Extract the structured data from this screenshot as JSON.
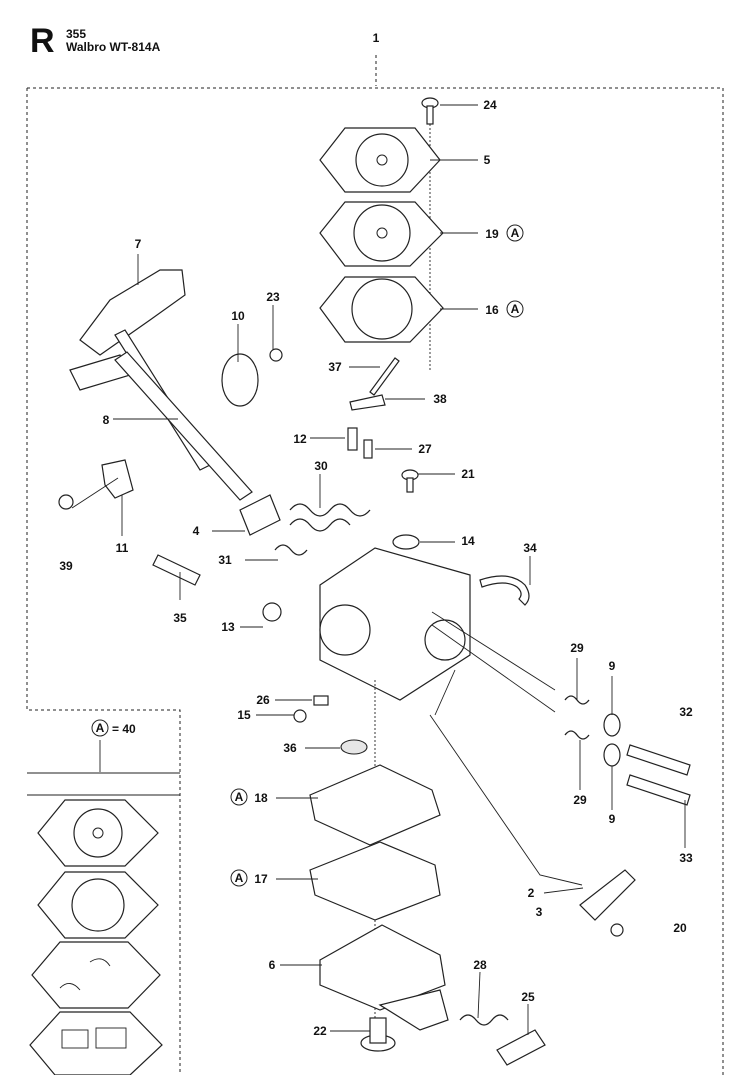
{
  "header": {
    "letter": "R",
    "model": "355",
    "carburetor": "Walbro WT-814A"
  },
  "kit_legend": {
    "symbol": "A",
    "equals": "= 40"
  },
  "callouts": [
    {
      "id": "c1",
      "num": "1"
    },
    {
      "id": "c24",
      "num": "24"
    },
    {
      "id": "c5",
      "num": "5"
    },
    {
      "id": "c19",
      "num": "19",
      "kit": "A"
    },
    {
      "id": "c16",
      "num": "16",
      "kit": "A"
    },
    {
      "id": "c7",
      "num": "7"
    },
    {
      "id": "c23",
      "num": "23"
    },
    {
      "id": "c10",
      "num": "10"
    },
    {
      "id": "c37",
      "num": "37"
    },
    {
      "id": "c38",
      "num": "38"
    },
    {
      "id": "c8",
      "num": "8"
    },
    {
      "id": "c12",
      "num": "12"
    },
    {
      "id": "c27",
      "num": "27"
    },
    {
      "id": "c30",
      "num": "30"
    },
    {
      "id": "c21",
      "num": "21"
    },
    {
      "id": "c4",
      "num": "4"
    },
    {
      "id": "c14",
      "num": "14"
    },
    {
      "id": "c34",
      "num": "34"
    },
    {
      "id": "c39",
      "num": "39"
    },
    {
      "id": "c11",
      "num": "11"
    },
    {
      "id": "c31",
      "num": "31"
    },
    {
      "id": "c35",
      "num": "35"
    },
    {
      "id": "c13",
      "num": "13"
    },
    {
      "id": "c29a",
      "num": "29"
    },
    {
      "id": "c9a",
      "num": "9"
    },
    {
      "id": "c32",
      "num": "32"
    },
    {
      "id": "c26",
      "num": "26"
    },
    {
      "id": "c15",
      "num": "15"
    },
    {
      "id": "c36",
      "num": "36"
    },
    {
      "id": "c29b",
      "num": "29"
    },
    {
      "id": "c9b",
      "num": "9"
    },
    {
      "id": "c18",
      "num": "18",
      "kit": "A"
    },
    {
      "id": "c33",
      "num": "33"
    },
    {
      "id": "c17",
      "num": "17",
      "kit": "A"
    },
    {
      "id": "c2",
      "num": "2"
    },
    {
      "id": "c3",
      "num": "3"
    },
    {
      "id": "c20",
      "num": "20"
    },
    {
      "id": "c6",
      "num": "6"
    },
    {
      "id": "c28",
      "num": "28"
    },
    {
      "id": "c25",
      "num": "25"
    },
    {
      "id": "c22",
      "num": "22"
    }
  ]
}
